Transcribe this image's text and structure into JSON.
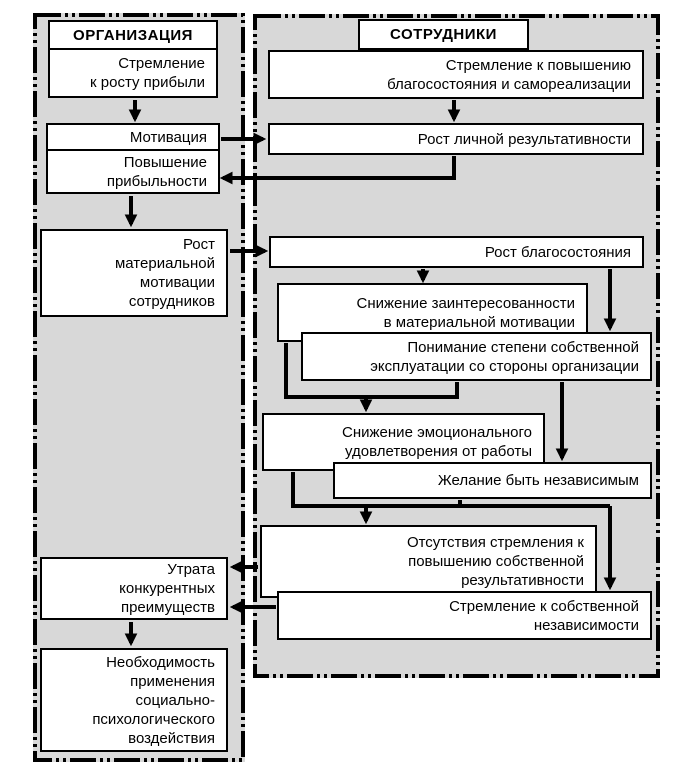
{
  "palette": {
    "container_fill": "#d8d8d8",
    "box_fill": "#ffffff",
    "line_color": "#000000"
  },
  "org": {
    "title": "ОРГАНИЗАЦИЯ",
    "profit_desire": "Стремление\nк росту прибыли",
    "motivation": "Мотивация",
    "profitability_increase": "Повышение\nприбыльности",
    "material_motivation_growth": "Рост\nматериальной\nмотивации\nсотрудников",
    "loss_of_advantages": "Утрата\nконкурентных\nпреимуществ",
    "need_social_influence": "Необходимость\nприменения\nсоциально-\nпсихологического\nвоздействия"
  },
  "emp": {
    "title": "СОТРУДНИКИ",
    "wellbeing_desire": "Стремление к повышению\nблагосостояния и самореализации",
    "personal_performance_growth": "Рост личной результативности",
    "wellbeing_growth": "Рост благосостояния",
    "reduced_material_interest": "Снижение заинтересованности\nв материальной мотивации",
    "exploitation_awareness": "Понимание степени собственной\nэксплуатации со стороны организации",
    "reduced_emotional_satisfaction": "Снижение эмоционального\nудовлетворения от работы",
    "independence_wish": "Желание быть независимым",
    "no_performance_desire": "Отсутствия стремления к\nповышению собственной\nрезультативности",
    "own_independence_desire": "Стремление к собственной\nнезависимости"
  }
}
